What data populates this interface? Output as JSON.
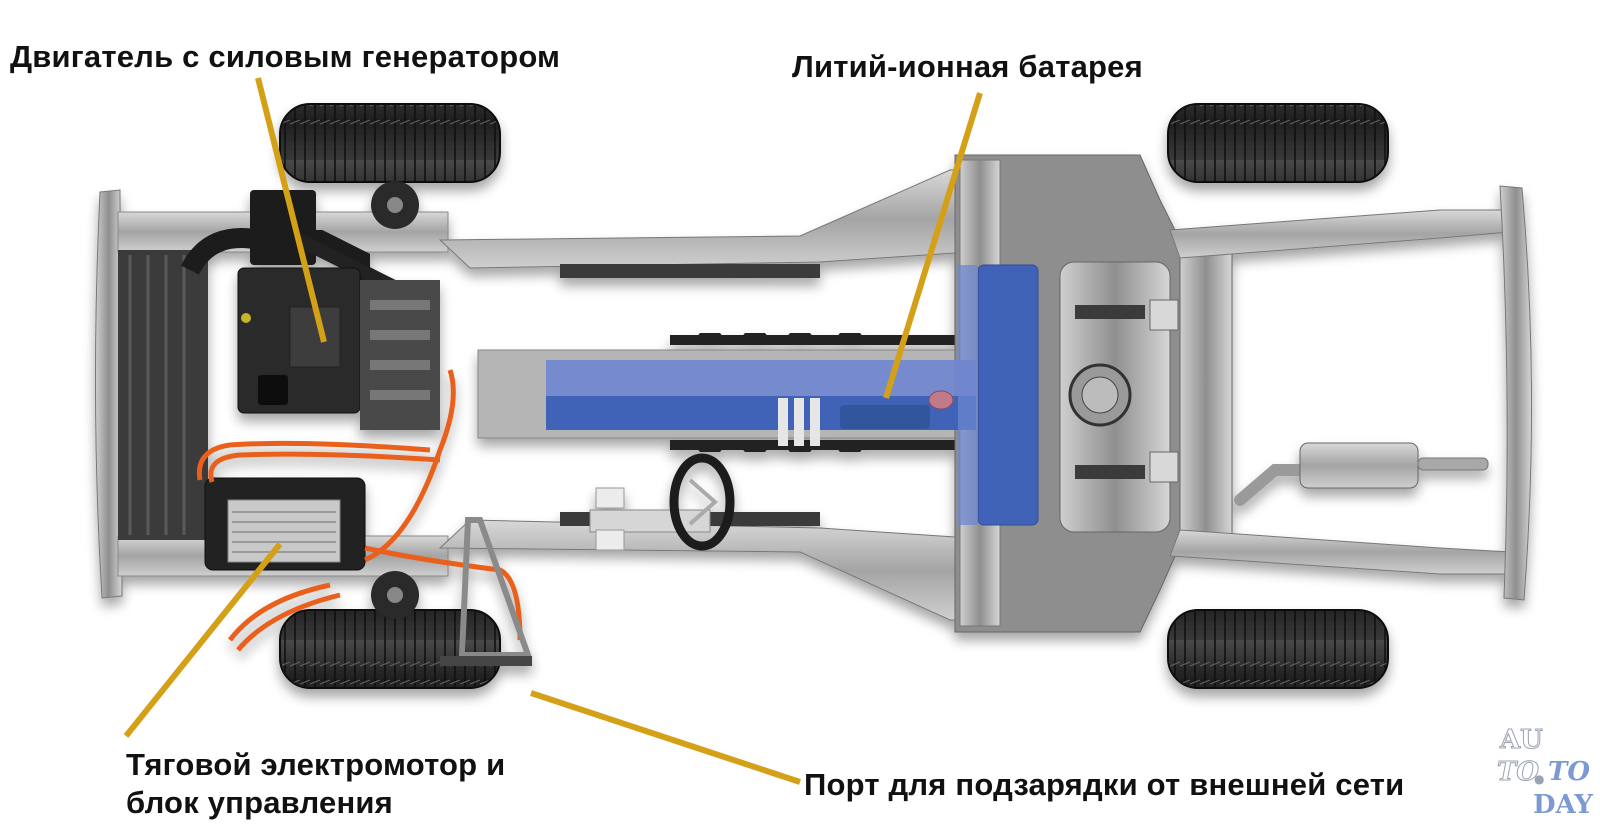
{
  "callouts": {
    "engine": {
      "label": "Двигатель с силовым генератором"
    },
    "battery": {
      "label": "Литий-ионная батарея"
    },
    "motor": {
      "line1": "Тяговой электромотор и",
      "line2": "блок управления"
    },
    "port": {
      "label": "Порт для подзарядки от внешней сети"
    }
  },
  "watermark": {
    "line1": "AU",
    "line2a": "TO",
    "dot": "●",
    "line2b": "TO",
    "line3": "DAY"
  },
  "colors": {
    "leader_line": "#D4A017",
    "battery_blue": "#3F63B8",
    "battery_blue_light": "#6E86D0",
    "hv_cable": "#E8601C",
    "chassis_gray": "#9A9A9A",
    "tire": "#2A2A2A",
    "watermark_blue": "#7B9AD3"
  }
}
